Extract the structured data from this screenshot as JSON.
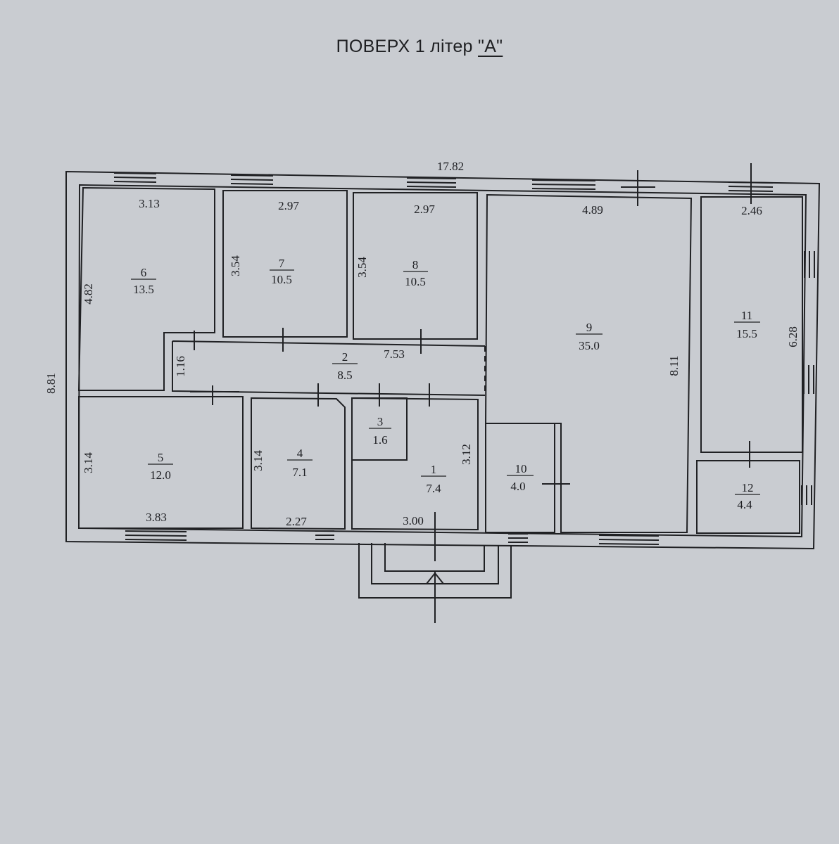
{
  "title": {
    "prefix": "ПОВЕРХ 1 літер ",
    "letter": "\"А\""
  },
  "overall": {
    "width": "17.82",
    "depth": "8.81"
  },
  "rooms": [
    {
      "num": "6",
      "area": "13.5"
    },
    {
      "num": "7",
      "area": "10.5"
    },
    {
      "num": "8",
      "area": "10.5"
    },
    {
      "num": "9",
      "area": "35.0"
    },
    {
      "num": "11",
      "area": "15.5"
    },
    {
      "num": "2",
      "area": "8.5"
    },
    {
      "num": "5",
      "area": "12.0"
    },
    {
      "num": "4",
      "area": "7.1"
    },
    {
      "num": "3",
      "area": "1.6"
    },
    {
      "num": "1",
      "area": "7.4"
    },
    {
      "num": "10",
      "area": "4.0"
    },
    {
      "num": "12",
      "area": "4.4"
    }
  ],
  "dims": {
    "r6_w": "3.13",
    "r6_h": "4.82",
    "r7_w": "2.97",
    "r7_h": "3.54",
    "r8_w": "2.97",
    "r8_h": "3.54",
    "r9_w": "4.89",
    "r9_h": "8.11",
    "r11_w": "2.46",
    "r11_h": "6.28",
    "r2_w": "7.53",
    "r2_h": "1.16",
    "r5_w": "3.83",
    "r5_h": "3.14",
    "r4_w": "2.27",
    "r4_h": "3.14",
    "r1_w": "3.00",
    "r1_h": "3.12"
  },
  "colors": {
    "paper": "#c9ccd1",
    "ink": "#1d1e22"
  }
}
